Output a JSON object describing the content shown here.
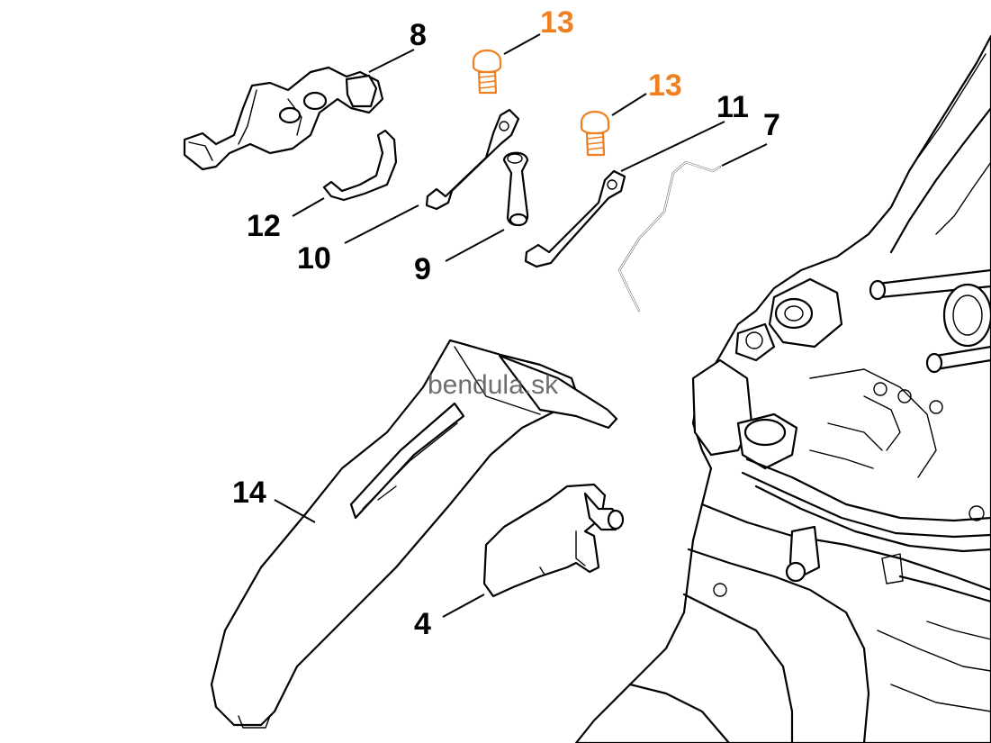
{
  "watermark": "bendula.sk",
  "highlight_color": "#F07F1F",
  "callouts": {
    "part_8": "8",
    "part_13_a": "13",
    "part_13_b": "13",
    "part_11": "11",
    "part_7": "7",
    "part_12": "12",
    "part_10": "10",
    "part_9": "9",
    "part_14": "14",
    "part_4": "4"
  },
  "highlighted_parts": [
    "13"
  ]
}
